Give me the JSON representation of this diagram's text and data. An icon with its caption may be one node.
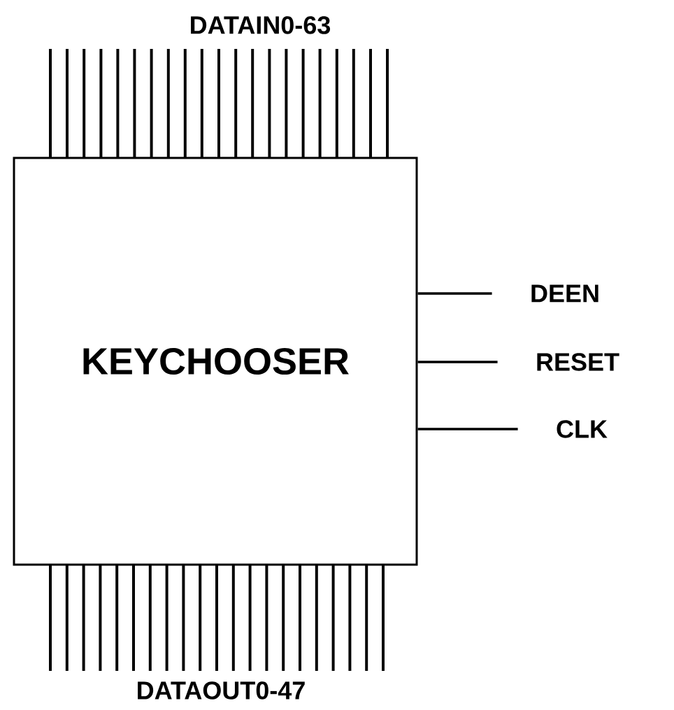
{
  "diagram": {
    "nodes": [
      {
        "text": [
          "KEYCHOOSER"
        ]
      },
      {
        "text": [
          "DEEN"
        ]
      },
      {
        "text": [
          "RESET"
        ]
      },
      {
        "text": [
          "CLK"
        ]
      }
    ],
    "edges": [
      {
        "from": 0,
        "to": 1,
        "arrow": "none"
      },
      {
        "from": 0,
        "to": 2,
        "arrow": "none"
      },
      {
        "from": 0,
        "to": 3,
        "arrow": "none"
      }
    ],
    "labels": [
      "DATAIN0-63",
      "DATAOUT0-47"
    ]
  }
}
